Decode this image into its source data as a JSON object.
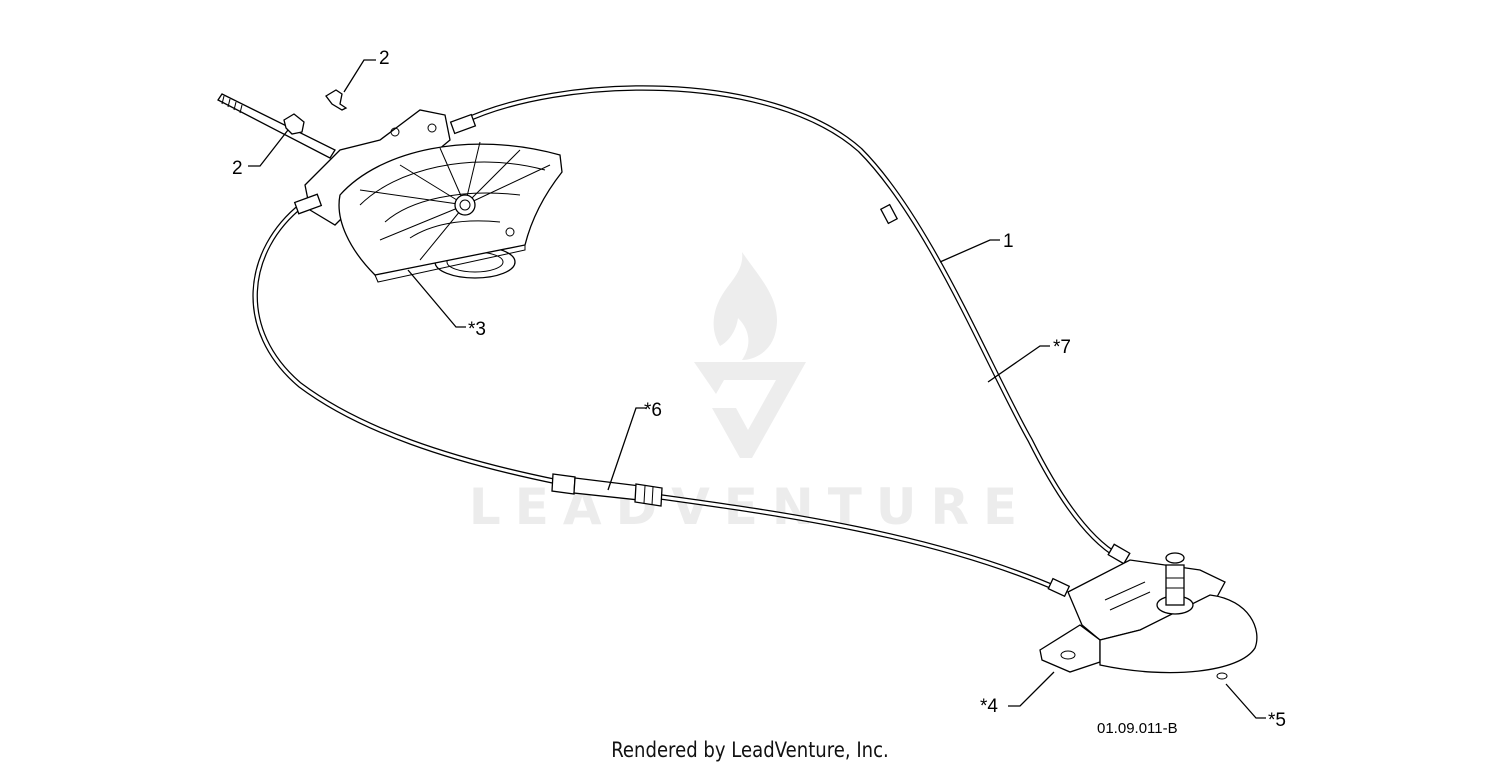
{
  "watermark": {
    "brand": "LEADVENTURE"
  },
  "diagram": {
    "callouts": [
      {
        "id": "bolt-top",
        "label": "2"
      },
      {
        "id": "bolt-left",
        "label": "2"
      },
      {
        "id": "control-assembly",
        "label": "*3"
      },
      {
        "id": "cable",
        "label": "1"
      },
      {
        "id": "cable-sheath",
        "label": "*7"
      },
      {
        "id": "cable-sleeve",
        "label": "*6"
      },
      {
        "id": "bracket",
        "label": "*4"
      },
      {
        "id": "pulley-plate",
        "label": "*5"
      }
    ],
    "reference_code": "01.09.011-B"
  },
  "footer": {
    "credit": "Rendered by LeadVenture, Inc."
  }
}
